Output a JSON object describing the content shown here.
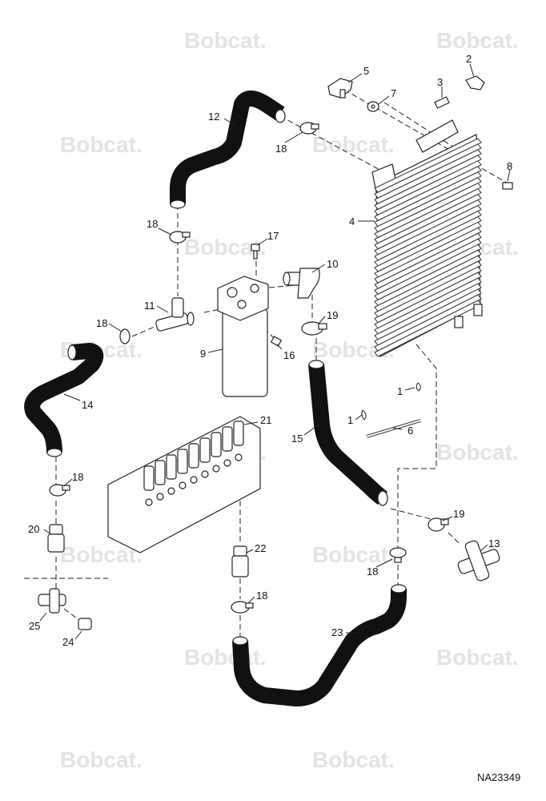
{
  "diagram": {
    "watermark_text": "Bobcat.",
    "reference_code": "NA23349",
    "callouts": [
      {
        "label": "1",
        "part": "pin-a"
      },
      {
        "label": "1",
        "part": "pin-b"
      },
      {
        "label": "2",
        "part": "knob-nut"
      },
      {
        "label": "3",
        "part": "small-fitting"
      },
      {
        "label": "4",
        "part": "oil-cooler"
      },
      {
        "label": "5",
        "part": "knob-bolt"
      },
      {
        "label": "6",
        "part": "rod"
      },
      {
        "label": "7",
        "part": "washer"
      },
      {
        "label": "8",
        "part": "pin-bolt"
      },
      {
        "label": "9",
        "part": "filter"
      },
      {
        "label": "10",
        "part": "elbow-fitting"
      },
      {
        "label": "11",
        "part": "tee-fitting"
      },
      {
        "label": "12",
        "part": "upper-hose"
      },
      {
        "label": "13",
        "part": "cross-fitting"
      },
      {
        "label": "14",
        "part": "left-hose"
      },
      {
        "label": "15",
        "part": "middle-hose"
      },
      {
        "label": "16",
        "part": "filter-plug"
      },
      {
        "label": "17",
        "part": "filter-bolt"
      },
      {
        "label": "18",
        "part": "clamp-top"
      },
      {
        "label": "18",
        "part": "clamp-upper-left"
      },
      {
        "label": "18",
        "part": "clamp-left"
      },
      {
        "label": "18",
        "part": "clamp-lower-left"
      },
      {
        "label": "18",
        "part": "clamp-bottom-center"
      },
      {
        "label": "18",
        "part": "clamp-bottom-right"
      },
      {
        "label": "19",
        "part": "clamp-mid-right"
      },
      {
        "label": "19",
        "part": "clamp-lower-right"
      },
      {
        "label": "20",
        "part": "straight-fitting-left"
      },
      {
        "label": "21",
        "part": "control-valve"
      },
      {
        "label": "22",
        "part": "straight-fitting-center"
      },
      {
        "label": "23",
        "part": "lower-hose"
      },
      {
        "label": "24",
        "part": "cap-nut"
      },
      {
        "label": "25",
        "part": "elbow-tee-left"
      }
    ]
  }
}
